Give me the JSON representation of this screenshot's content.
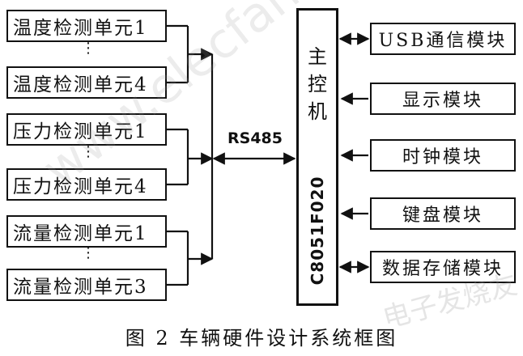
{
  "units": [
    {
      "label": "温度检测单元1"
    },
    {
      "label": "温度检测单元4"
    },
    {
      "label": "压力检测单元1"
    },
    {
      "label": "压力检测单元4"
    },
    {
      "label": "流量检测单元1"
    },
    {
      "label": "流量检测单元3"
    }
  ],
  "ellipsis": "⋮",
  "bus_label": "RS485",
  "mcu": {
    "chars": [
      "主",
      "控",
      "机"
    ],
    "model": "C8051F020"
  },
  "modules": [
    {
      "label": "USB通信模块"
    },
    {
      "label": "显示模块"
    },
    {
      "label": "时钟模块"
    },
    {
      "label": "键盘模块"
    },
    {
      "label": "数据存储模块"
    }
  ],
  "caption": "图 2  车辆硬件设计系统框图",
  "watermarks": [
    "www.elecfans.com",
    "电子发烧友"
  ]
}
